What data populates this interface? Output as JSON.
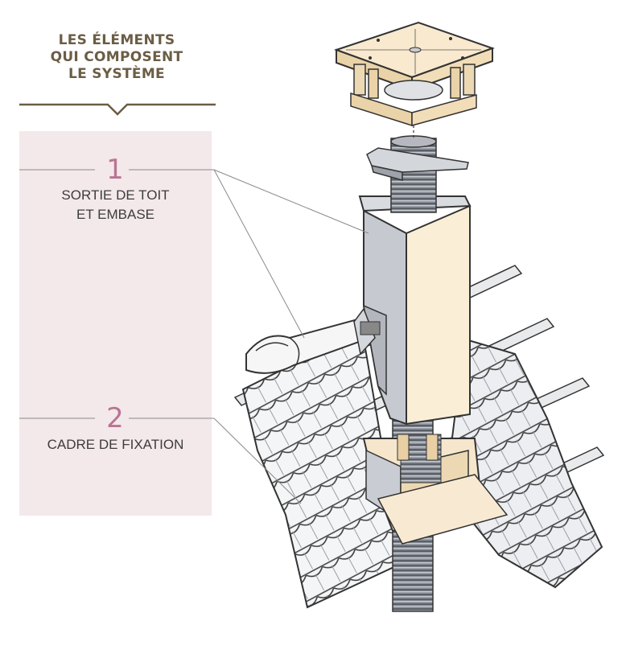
{
  "header": {
    "line1": "LES ÉLÉMENTS",
    "line2": "QUI COMPOSENT",
    "line3": "LE SYSTÈME"
  },
  "callouts": [
    {
      "number": "1",
      "line1": "SORTIE DE TOIT",
      "line2": "ET EMBASE"
    },
    {
      "number": "2",
      "line1": "CADRE DE FIXATION"
    }
  ],
  "colors": {
    "header_text": "#6b5d44",
    "panel_bg": "#f3e8ea",
    "number_accent": "#b97593",
    "cream_box": "#fbeed6",
    "steel_grey": "#b9bcc4"
  }
}
